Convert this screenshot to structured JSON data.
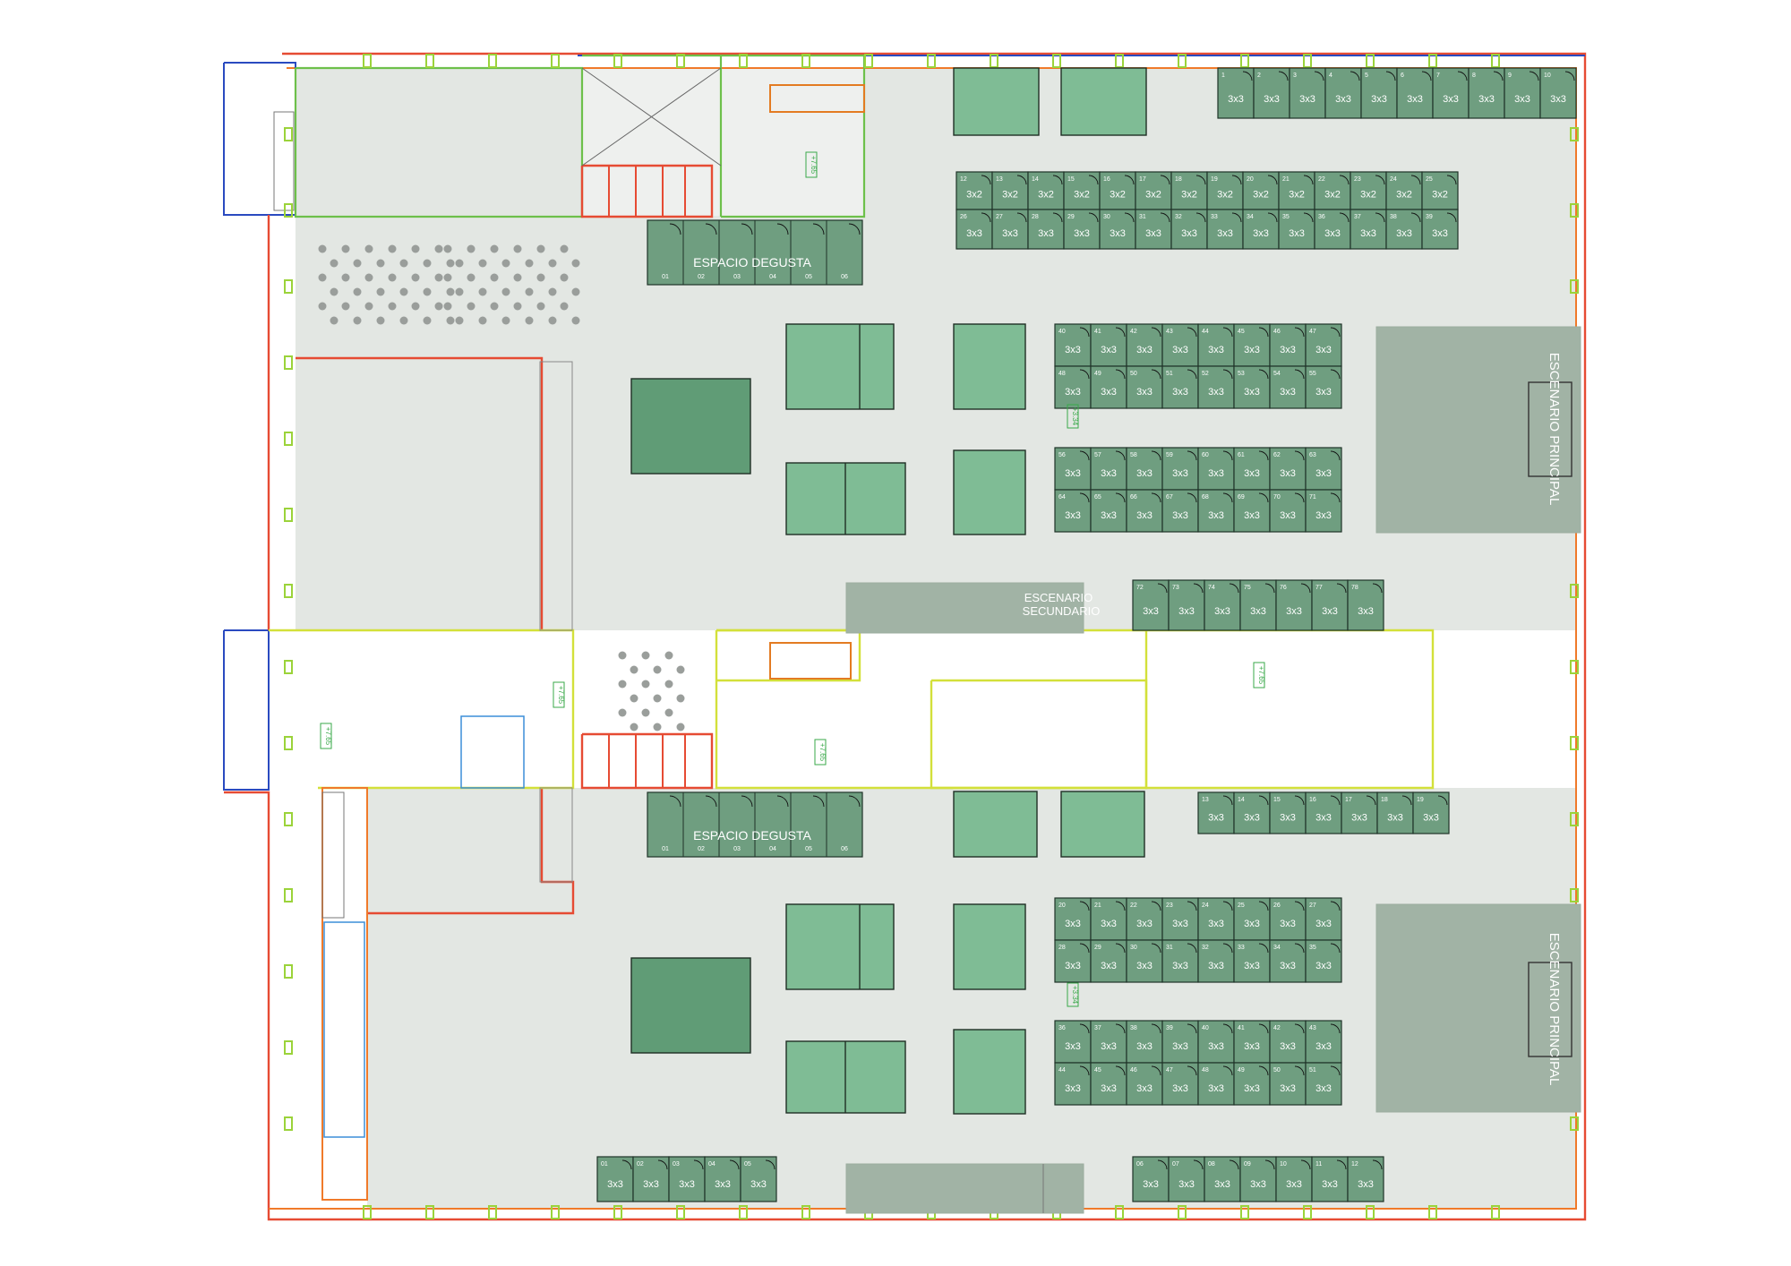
{
  "colors": {
    "stand": "#6f9e80",
    "block": "#7fbc95",
    "block_dark": "#609c76",
    "stage": "#a1b3a5",
    "floor": "#e3e7e3",
    "wall_red": "#e64b33",
    "wall_orange": "#f07a2a",
    "wall_blue": "#2a4ac0",
    "wall_yellow": "#d3e03a",
    "wall_green": "#6dc04a"
  },
  "labels": {
    "degusta_top": "ESPACIO DEGUSTA",
    "degusta_bottom": "ESPACIO DEGUSTA",
    "escenario_principal_top": "ESCENARIO PRINCIPAL",
    "escenario_principal_bottom": "ESCENARIO PRINCIPAL",
    "escenario_secundario_1": "ESCENARIO",
    "escenario_secundario_2": "SECUNDARIO",
    "level_markers": [
      "+7.65",
      "+7.65",
      "+7.65",
      "+7.65",
      "+7.65",
      "+3.34",
      "+3.34"
    ]
  },
  "degusta_numbers_top": [
    "01",
    "02",
    "03",
    "04",
    "05",
    "06"
  ],
  "degusta_numbers_bottom": [
    "01",
    "02",
    "03",
    "04",
    "05",
    "06"
  ],
  "stand_rows": [
    {
      "size": "3x3",
      "numbers": [
        "1",
        "2",
        "3",
        "4",
        "5",
        "6",
        "7",
        "8",
        "9",
        "10"
      ]
    },
    {
      "size": "3x2",
      "numbers": [
        "12",
        "13",
        "14",
        "15",
        "16",
        "17",
        "18",
        "19",
        "20",
        "21",
        "22",
        "23",
        "24",
        "25"
      ]
    },
    {
      "size": "3x3",
      "numbers": [
        "26",
        "27",
        "28",
        "29",
        "30",
        "31",
        "32",
        "33",
        "34",
        "35",
        "36",
        "37",
        "38",
        "39"
      ]
    },
    {
      "size": "3x3",
      "numbers": [
        "40",
        "41",
        "42",
        "43",
        "44",
        "45",
        "46",
        "47"
      ]
    },
    {
      "size": "3x3",
      "numbers": [
        "48",
        "49",
        "50",
        "51",
        "52",
        "53",
        "54",
        "55"
      ]
    },
    {
      "size": "3x3",
      "numbers": [
        "56",
        "57",
        "58",
        "59",
        "60",
        "61",
        "62",
        "63"
      ]
    },
    {
      "size": "3x3",
      "numbers": [
        "64",
        "65",
        "66",
        "67",
        "68",
        "69",
        "70",
        "71"
      ]
    },
    {
      "size": "3x3",
      "numbers": [
        "72",
        "73",
        "74",
        "75",
        "76",
        "77",
        "78"
      ]
    },
    {
      "size": "3x3",
      "numbers": [
        "13",
        "14",
        "15",
        "16",
        "17",
        "18",
        "19"
      ]
    },
    {
      "size": "3x3",
      "numbers": [
        "20",
        "21",
        "22",
        "23",
        "24",
        "25",
        "26",
        "27"
      ]
    },
    {
      "size": "3x3",
      "numbers": [
        "28",
        "29",
        "30",
        "31",
        "32",
        "33",
        "34",
        "35"
      ]
    },
    {
      "size": "3x3",
      "numbers": [
        "36",
        "37",
        "38",
        "39",
        "40",
        "41",
        "42",
        "43"
      ]
    },
    {
      "size": "3x3",
      "numbers": [
        "44",
        "45",
        "46",
        "47",
        "48",
        "49",
        "50",
        "51"
      ]
    },
    {
      "size": "3x3",
      "numbers": [
        "01",
        "02",
        "03",
        "04",
        "05"
      ]
    },
    {
      "size": "3x3",
      "numbers": [
        "06",
        "07",
        "08",
        "09",
        "10",
        "11",
        "12"
      ]
    }
  ]
}
